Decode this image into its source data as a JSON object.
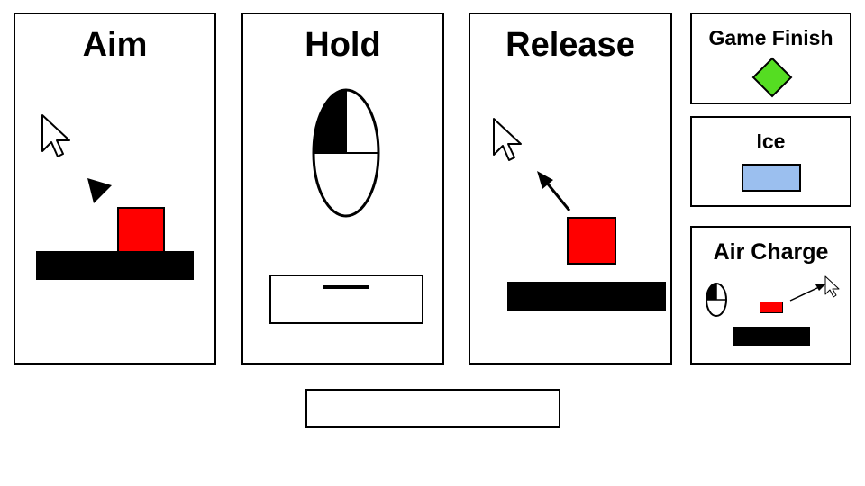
{
  "panels": {
    "aim": {
      "title": "Aim"
    },
    "hold": {
      "title": "Hold",
      "power_level": 0.14
    },
    "release": {
      "title": "Release"
    },
    "game_finish": {
      "title": "Game Finish"
    },
    "ice": {
      "title": "Ice"
    },
    "air_charge": {
      "title": "Air Charge"
    }
  },
  "colors": {
    "player": "#ff0000",
    "ground": "#000000",
    "finish_marker": "#55dd22",
    "ice": "#9bbfef",
    "outline": "#000000"
  },
  "icons": {
    "cursor": "mouse-pointer-icon",
    "mouse": "mouse-left-button-icon",
    "aim_arrow": "triangle-direction-icon",
    "launch_arrow": "arrow-icon",
    "finish": "diamond-icon"
  }
}
